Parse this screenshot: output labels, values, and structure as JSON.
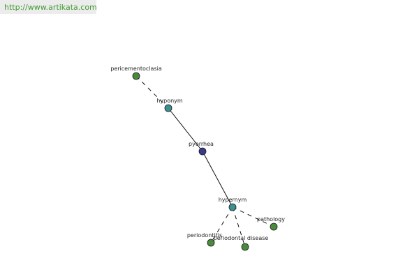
{
  "watermark": "http://www.artikata.com",
  "colors": {
    "center": "#3a3a8c",
    "relation": "#3c9090",
    "leaf": "#4a8a3c"
  },
  "graph": {
    "nodes": [
      {
        "id": "pericementoclasia",
        "label": "pericementoclasia",
        "kind": "leaf"
      },
      {
        "id": "hyponym",
        "label": "hyponym",
        "kind": "relation"
      },
      {
        "id": "pyorrhea",
        "label": "pyorrhea",
        "kind": "center"
      },
      {
        "id": "hypernym",
        "label": "hypernym",
        "kind": "relation"
      },
      {
        "id": "pathology",
        "label": "pathology",
        "kind": "leaf"
      },
      {
        "id": "periodontitis",
        "label": "periodontitis",
        "kind": "leaf"
      },
      {
        "id": "periodontal-disease",
        "label": "periodontal disease",
        "kind": "leaf"
      }
    ],
    "edges": [
      {
        "from": "pericementoclasia",
        "to": "hyponym",
        "style": "dashed"
      },
      {
        "from": "hyponym",
        "to": "pyorrhea",
        "style": "solid"
      },
      {
        "from": "pyorrhea",
        "to": "hypernym",
        "style": "solid"
      },
      {
        "from": "hypernym",
        "to": "pathology",
        "style": "dashed"
      },
      {
        "from": "hypernym",
        "to": "periodontitis",
        "style": "dashed"
      },
      {
        "from": "hypernym",
        "to": "periodontal-disease",
        "style": "dashed"
      }
    ]
  }
}
